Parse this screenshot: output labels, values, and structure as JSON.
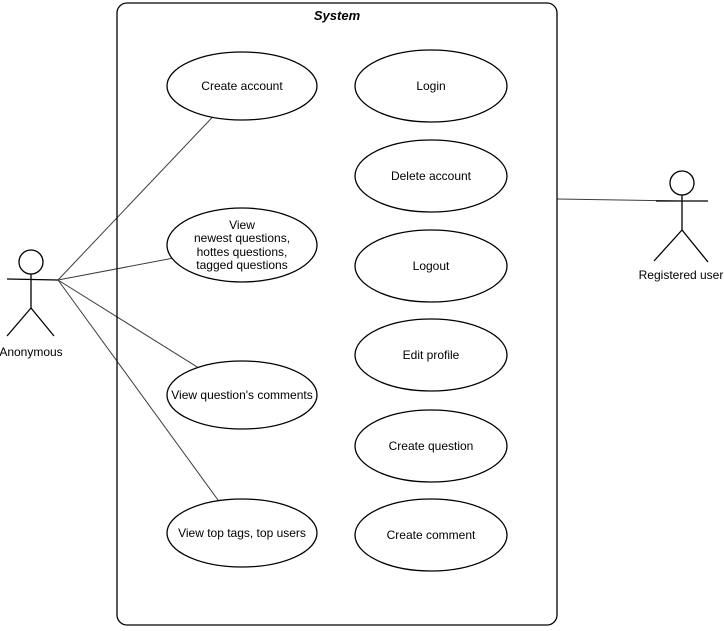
{
  "diagram": {
    "title": "System",
    "actors": {
      "anonymous": {
        "label": "Anonymous"
      },
      "registered": {
        "label": "Registered user"
      }
    },
    "use_cases": {
      "left": [
        {
          "id": "create-account",
          "label": "Create account"
        },
        {
          "id": "view-questions",
          "lines": [
            "View",
            "newest questions,",
            "hottes questions,",
            "tagged questions"
          ]
        },
        {
          "id": "view-question-comments",
          "label": "View question's comments"
        },
        {
          "id": "view-top-tags-users",
          "label": "View top tags, top users"
        }
      ],
      "right": [
        {
          "id": "login",
          "label": "Login"
        },
        {
          "id": "delete-account",
          "label": "Delete account"
        },
        {
          "id": "logout",
          "label": "Logout"
        },
        {
          "id": "edit-profile",
          "label": "Edit profile"
        },
        {
          "id": "create-question",
          "label": "Create question"
        },
        {
          "id": "create-comment",
          "label": "Create comment"
        }
      ]
    },
    "colors": {
      "stroke": "#000000",
      "edge": "#3d3d3d",
      "background": "#ffffff"
    }
  }
}
